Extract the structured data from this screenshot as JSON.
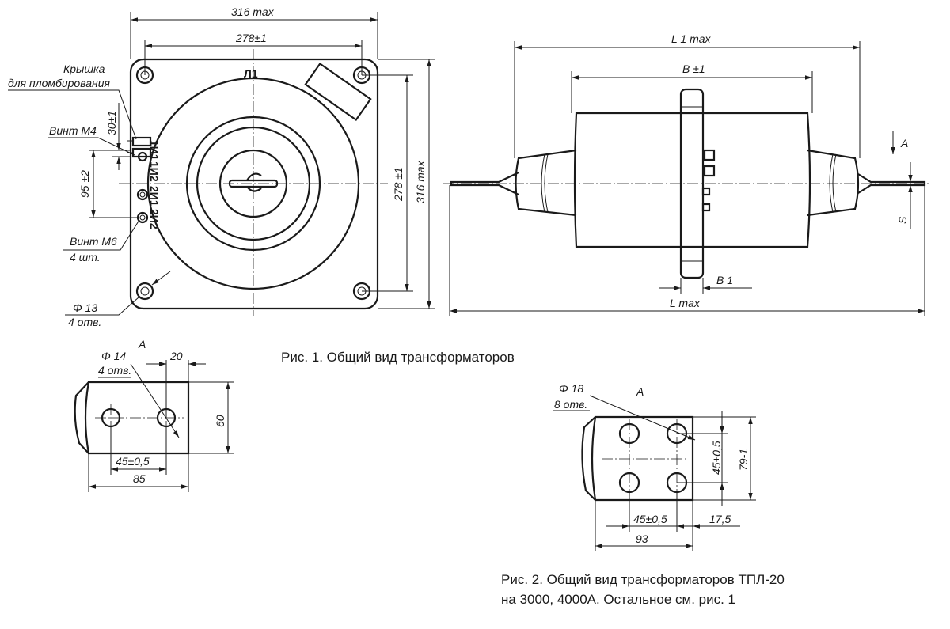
{
  "fig1": {
    "caption": "Рис. 1. Общий вид трансформаторов",
    "terminal_L1": "Л1",
    "terminals": [
      "1И1",
      "1И2",
      "2И1",
      "2И2"
    ],
    "dims": {
      "width_max": "316 max",
      "hole_spacing_w": "278±1",
      "hole_spacing_h": "278 ±1",
      "height_max": "316 max",
      "vert_30": "30±1",
      "vert_95": "95 ±2"
    },
    "labels": {
      "cover_1": "Крышка",
      "cover_2": "для пломбирования",
      "screw_m4": "Винт М4",
      "screw_m6": "Винт М6",
      "screw_m6_qty": "4 шт.",
      "hole_d": "Φ 13",
      "hole_qty": "4 отв."
    },
    "side": {
      "l1_max": "L 1 max",
      "b": "B ±1",
      "b1": "B 1",
      "l_max": "L max",
      "s": "S",
      "view": "A"
    }
  },
  "detail_a": {
    "view": "A",
    "hole_d": "Φ 14",
    "hole_qty": "4 отв.",
    "d20": "20",
    "d60": "60",
    "d45": "45±0,5",
    "d85": "85"
  },
  "fig2": {
    "view": "A",
    "hole_d": "Φ 18",
    "hole_qty": "8 отв.",
    "d45v": "45±0,5",
    "d79": "79-1",
    "d45h": "45±0,5",
    "d175": "17,5",
    "d93": "93",
    "caption_1": "Рис. 2. Общий вид трансформаторов ТПЛ-20",
    "caption_2": "на 3000, 4000А. Остальное см. рис. 1"
  }
}
